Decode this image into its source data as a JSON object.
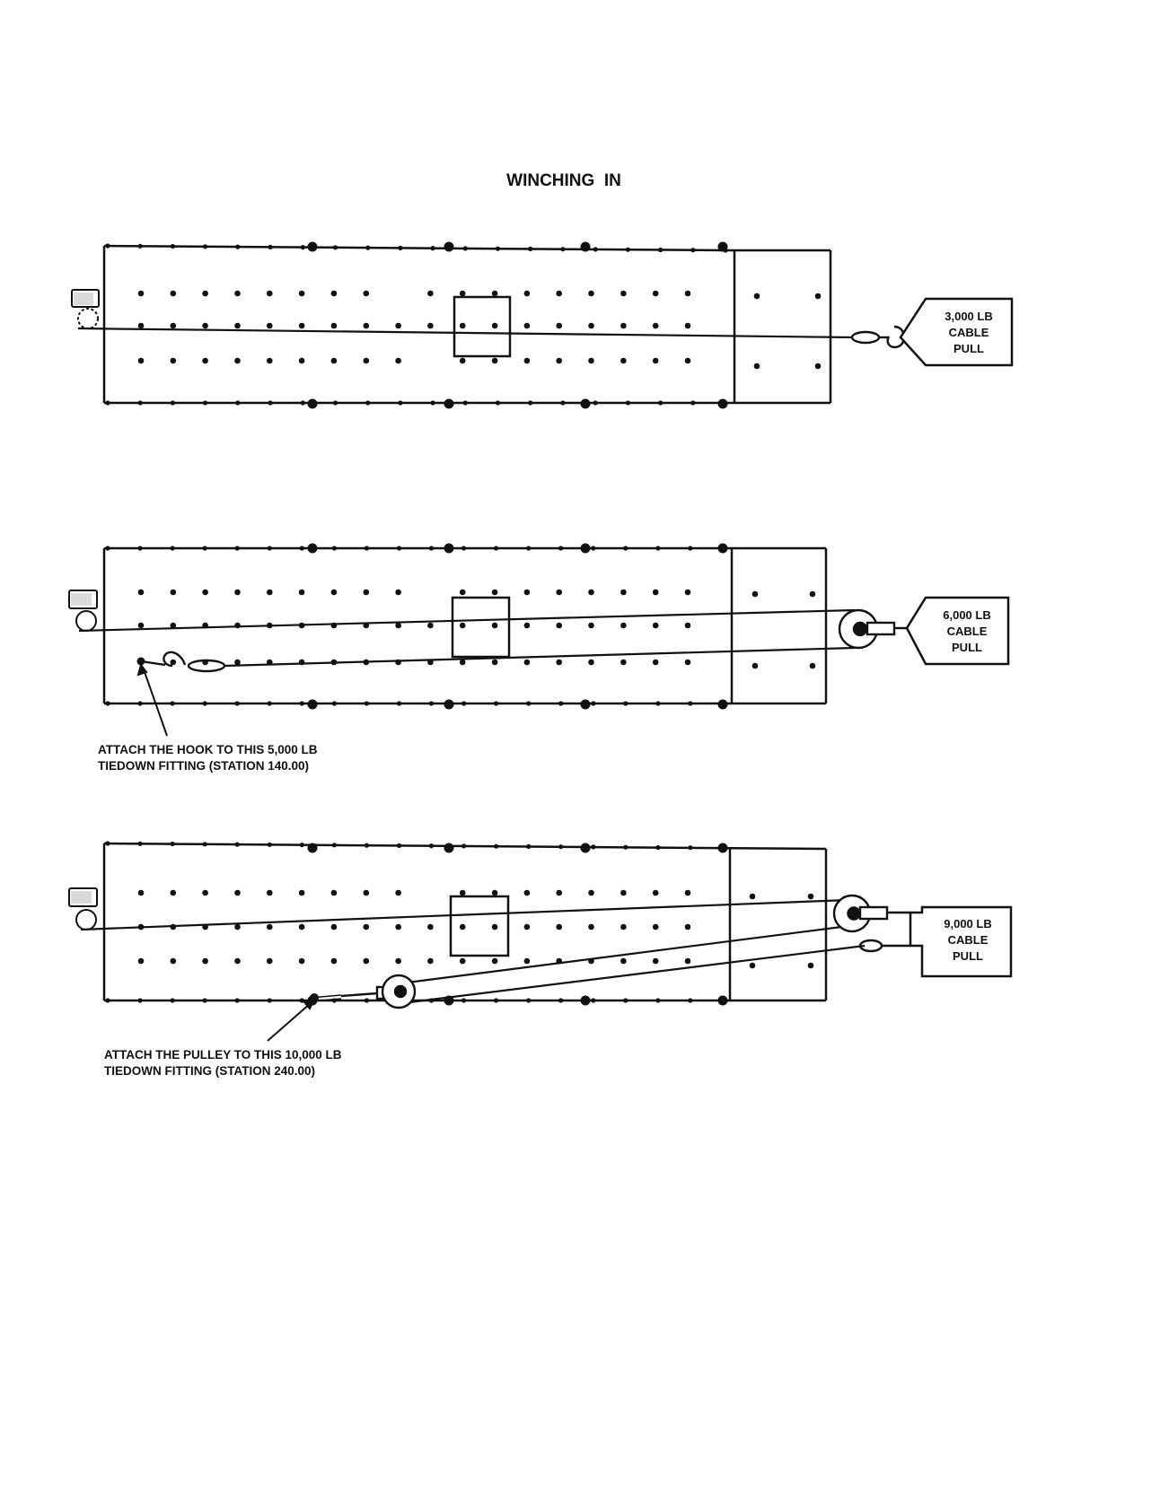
{
  "title": "WINCHING  IN",
  "panels": [
    {
      "id": "single-line",
      "force_label": [
        "3,000 LB",
        "CABLE",
        "PULL"
      ],
      "note": []
    },
    {
      "id": "two-part-line",
      "force_label": [
        "6,000 LB",
        "CABLE",
        "PULL"
      ],
      "note": [
        "ATTACH THE HOOK TO THIS 5,000 LB",
        "TIEDOWN FITTING (STATION 140.00)"
      ]
    },
    {
      "id": "three-part-line",
      "force_label": [
        "9,000 LB",
        "CABLE",
        "PULL"
      ],
      "note": [
        "ATTACH THE PULLEY TO THIS 10,000 LB",
        "TIEDOWN FITTING (STATION 240.00)"
      ]
    }
  ],
  "colors": {
    "ink": "#111111",
    "paper": "#ffffff"
  },
  "icons": [
    "winch-icon",
    "hook-icon",
    "pulley-icon",
    "tiedown-fitting-icon"
  ]
}
